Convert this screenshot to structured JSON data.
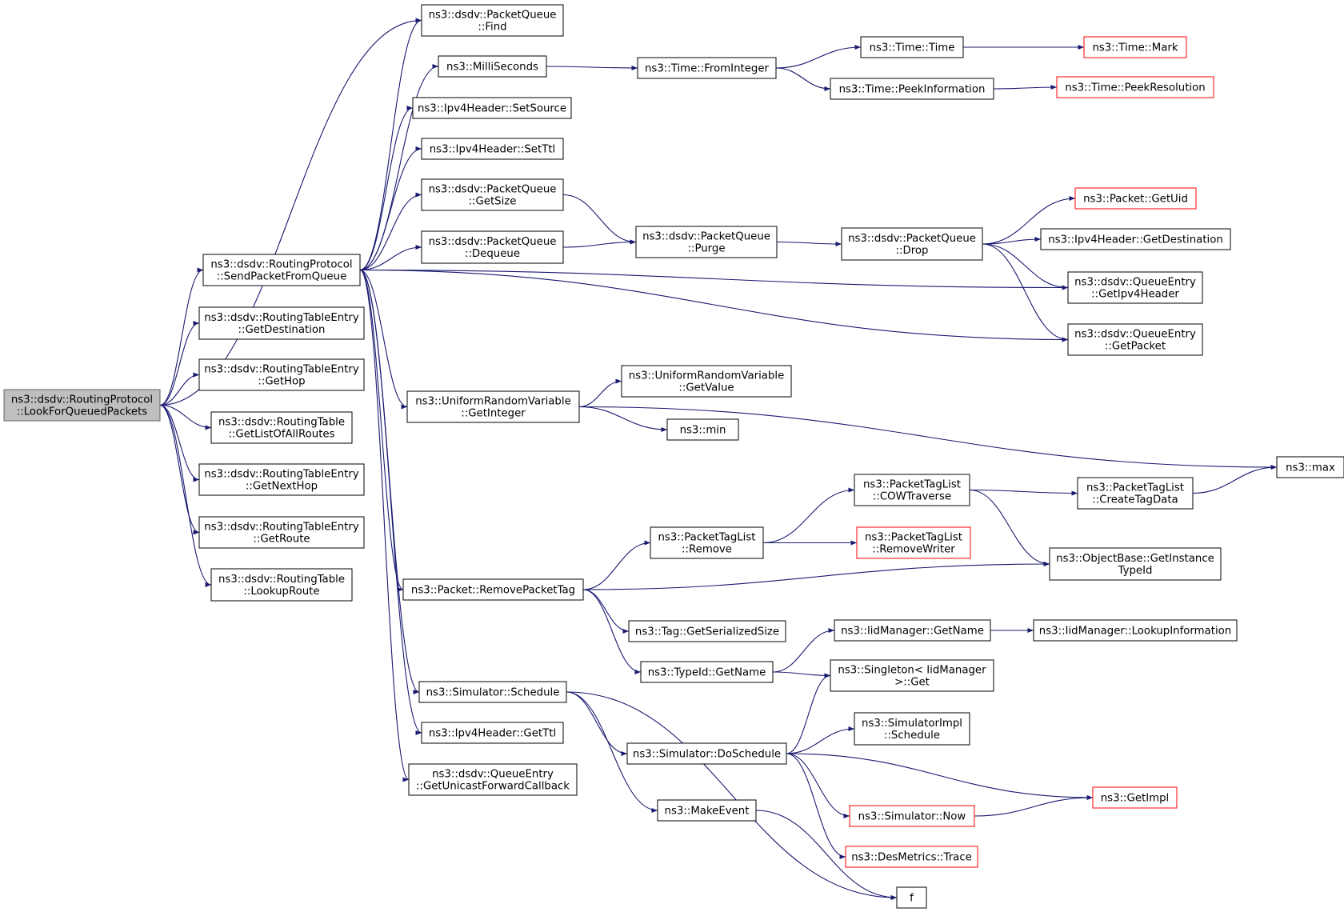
{
  "colors": {
    "edge": "#191970",
    "node_border": "#000000",
    "external_border": "#ff0000",
    "root_fill": "#bfbfbf",
    "root_border": "#666666",
    "background": "#ffffff"
  },
  "nodes": [
    {
      "id": "root",
      "lines": [
        "ns3::dsdv::RoutingProtocol",
        "::LookForQueuedPackets"
      ],
      "style": "root"
    },
    {
      "id": "sendpkt",
      "lines": [
        "ns3::dsdv::RoutingProtocol",
        "::SendPacketFromQueue"
      ],
      "style": "normal"
    },
    {
      "id": "rte_getdest",
      "lines": [
        "ns3::dsdv::RoutingTableEntry",
        "::GetDestination"
      ],
      "style": "normal"
    },
    {
      "id": "rte_gethop",
      "lines": [
        "ns3::dsdv::RoutingTableEntry",
        "::GetHop"
      ],
      "style": "normal"
    },
    {
      "id": "rt_getlist",
      "lines": [
        "ns3::dsdv::RoutingTable",
        "::GetListOfAllRoutes"
      ],
      "style": "normal"
    },
    {
      "id": "rte_getnexthop",
      "lines": [
        "ns3::dsdv::RoutingTableEntry",
        "::GetNextHop"
      ],
      "style": "normal"
    },
    {
      "id": "rte_getroute",
      "lines": [
        "ns3::dsdv::RoutingTableEntry",
        "::GetRoute"
      ],
      "style": "normal"
    },
    {
      "id": "rt_lookup",
      "lines": [
        "ns3::dsdv::RoutingTable",
        "::LookupRoute"
      ],
      "style": "normal"
    },
    {
      "id": "pq_find",
      "lines": [
        "ns3::dsdv::PacketQueue",
        "::Find"
      ],
      "style": "normal"
    },
    {
      "id": "millis",
      "lines": [
        "ns3::MilliSeconds"
      ],
      "style": "normal"
    },
    {
      "id": "setsource",
      "lines": [
        "ns3::Ipv4Header::SetSource"
      ],
      "style": "normal"
    },
    {
      "id": "setttl",
      "lines": [
        "ns3::Ipv4Header::SetTtl"
      ],
      "style": "normal"
    },
    {
      "id": "pq_getsize",
      "lines": [
        "ns3::dsdv::PacketQueue",
        "::GetSize"
      ],
      "style": "normal"
    },
    {
      "id": "pq_dequeue",
      "lines": [
        "ns3::dsdv::PacketQueue",
        "::Dequeue"
      ],
      "style": "normal"
    },
    {
      "id": "urv_getint",
      "lines": [
        "ns3::UniformRandomVariable",
        "::GetInteger"
      ],
      "style": "normal"
    },
    {
      "id": "rmpkttag",
      "lines": [
        "ns3::Packet::RemovePacketTag"
      ],
      "style": "normal"
    },
    {
      "id": "sim_schedule",
      "lines": [
        "ns3::Simulator::Schedule"
      ],
      "style": "normal"
    },
    {
      "id": "getttl",
      "lines": [
        "ns3::Ipv4Header::GetTtl"
      ],
      "style": "normal"
    },
    {
      "id": "qe_getucb",
      "lines": [
        "ns3::dsdv::QueueEntry",
        "::GetUnicastForwardCallback"
      ],
      "style": "normal"
    },
    {
      "id": "fromint",
      "lines": [
        "ns3::Time::FromInteger"
      ],
      "style": "normal"
    },
    {
      "id": "pq_purge",
      "lines": [
        "ns3::dsdv::PacketQueue",
        "::Purge"
      ],
      "style": "normal"
    },
    {
      "id": "urv_getvalue",
      "lines": [
        "ns3::UniformRandomVariable",
        "::GetValue"
      ],
      "style": "normal"
    },
    {
      "id": "min",
      "lines": [
        "ns3::min"
      ],
      "style": "normal"
    },
    {
      "id": "ptl_remove",
      "lines": [
        "ns3::PacketTagList",
        "::Remove"
      ],
      "style": "normal"
    },
    {
      "id": "tag_getsersize",
      "lines": [
        "ns3::Tag::GetSerializedSize"
      ],
      "style": "normal"
    },
    {
      "id": "typeid_getname",
      "lines": [
        "ns3::TypeId::GetName"
      ],
      "style": "normal"
    },
    {
      "id": "sim_doschedule",
      "lines": [
        "ns3::Simulator::DoSchedule"
      ],
      "style": "normal"
    },
    {
      "id": "makeevent",
      "lines": [
        "ns3::MakeEvent"
      ],
      "style": "normal"
    },
    {
      "id": "time_time",
      "lines": [
        "ns3::Time::Time"
      ],
      "style": "normal"
    },
    {
      "id": "peekinfo",
      "lines": [
        "ns3::Time::PeekInformation"
      ],
      "style": "normal"
    },
    {
      "id": "pq_drop",
      "lines": [
        "ns3::dsdv::PacketQueue",
        "::Drop"
      ],
      "style": "normal"
    },
    {
      "id": "ptl_cow",
      "lines": [
        "ns3::PacketTagList",
        "::COWTraverse"
      ],
      "style": "normal"
    },
    {
      "id": "ptl_rmwriter",
      "lines": [
        "ns3::PacketTagList",
        "::RemoveWriter"
      ],
      "style": "external"
    },
    {
      "id": "iid_getname",
      "lines": [
        "ns3::IidManager::GetName"
      ],
      "style": "normal"
    },
    {
      "id": "singleton_get",
      "lines": [
        "ns3::Singleton< IidManager",
        ">::Get"
      ],
      "style": "normal"
    },
    {
      "id": "simimpl_sched",
      "lines": [
        "ns3::SimulatorImpl",
        "::Schedule"
      ],
      "style": "normal"
    },
    {
      "id": "sim_now",
      "lines": [
        "ns3::Simulator::Now"
      ],
      "style": "external"
    },
    {
      "id": "desmetrics",
      "lines": [
        "ns3::DesMetrics::Trace"
      ],
      "style": "external"
    },
    {
      "id": "f",
      "lines": [
        "f"
      ],
      "style": "normal"
    },
    {
      "id": "time_mark",
      "lines": [
        "ns3::Time::Mark"
      ],
      "style": "external"
    },
    {
      "id": "peekres",
      "lines": [
        "ns3::Time::PeekResolution"
      ],
      "style": "external"
    },
    {
      "id": "pkt_getuid",
      "lines": [
        "ns3::Packet::GetUid"
      ],
      "style": "external"
    },
    {
      "id": "ipv4_getdest",
      "lines": [
        "ns3::Ipv4Header::GetDestination"
      ],
      "style": "normal"
    },
    {
      "id": "qe_getipv4",
      "lines": [
        "ns3::dsdv::QueueEntry",
        "::GetIpv4Header"
      ],
      "style": "normal"
    },
    {
      "id": "qe_getpacket",
      "lines": [
        "ns3::dsdv::QueueEntry",
        "::GetPacket"
      ],
      "style": "normal"
    },
    {
      "id": "ptl_createtag",
      "lines": [
        "ns3::PacketTagList",
        "::CreateTagData"
      ],
      "style": "normal"
    },
    {
      "id": "objbase_getinst",
      "lines": [
        "ns3::ObjectBase::GetInstance",
        "TypeId"
      ],
      "style": "normal"
    },
    {
      "id": "max",
      "lines": [
        "ns3::max"
      ],
      "style": "normal"
    },
    {
      "id": "iid_lookupinfo",
      "lines": [
        "ns3::IidManager::LookupInformation"
      ],
      "style": "normal"
    },
    {
      "id": "getimpl",
      "lines": [
        "ns3::GetImpl"
      ],
      "style": "external"
    }
  ],
  "edges": [
    [
      "root",
      "sendpkt"
    ],
    [
      "root",
      "rte_getdest"
    ],
    [
      "root",
      "rte_gethop"
    ],
    [
      "root",
      "rt_getlist"
    ],
    [
      "root",
      "rte_getnexthop"
    ],
    [
      "root",
      "rte_getroute"
    ],
    [
      "root",
      "rt_lookup"
    ],
    [
      "root",
      "pq_find"
    ],
    [
      "sendpkt",
      "pq_find"
    ],
    [
      "sendpkt",
      "millis"
    ],
    [
      "sendpkt",
      "setsource"
    ],
    [
      "sendpkt",
      "setttl"
    ],
    [
      "sendpkt",
      "pq_getsize"
    ],
    [
      "sendpkt",
      "pq_dequeue"
    ],
    [
      "sendpkt",
      "qe_getipv4"
    ],
    [
      "sendpkt",
      "qe_getpacket"
    ],
    [
      "sendpkt",
      "urv_getint"
    ],
    [
      "sendpkt",
      "rmpkttag"
    ],
    [
      "sendpkt",
      "sim_schedule"
    ],
    [
      "sendpkt",
      "getttl"
    ],
    [
      "sendpkt",
      "qe_getucb"
    ],
    [
      "millis",
      "fromint"
    ],
    [
      "fromint",
      "time_time"
    ],
    [
      "fromint",
      "peekinfo"
    ],
    [
      "time_time",
      "time_mark"
    ],
    [
      "peekinfo",
      "peekres"
    ],
    [
      "pq_getsize",
      "pq_purge"
    ],
    [
      "pq_dequeue",
      "pq_purge"
    ],
    [
      "pq_purge",
      "pq_drop"
    ],
    [
      "pq_drop",
      "pkt_getuid"
    ],
    [
      "pq_drop",
      "ipv4_getdest"
    ],
    [
      "pq_drop",
      "qe_getipv4"
    ],
    [
      "pq_drop",
      "qe_getpacket"
    ],
    [
      "urv_getint",
      "urv_getvalue"
    ],
    [
      "urv_getint",
      "min"
    ],
    [
      "urv_getint",
      "max"
    ],
    [
      "rmpkttag",
      "ptl_remove"
    ],
    [
      "rmpkttag",
      "objbase_getinst"
    ],
    [
      "rmpkttag",
      "tag_getsersize"
    ],
    [
      "rmpkttag",
      "typeid_getname"
    ],
    [
      "ptl_remove",
      "ptl_cow"
    ],
    [
      "ptl_remove",
      "ptl_rmwriter"
    ],
    [
      "ptl_cow",
      "ptl_createtag"
    ],
    [
      "ptl_cow",
      "objbase_getinst"
    ],
    [
      "ptl_createtag",
      "max"
    ],
    [
      "typeid_getname",
      "iid_getname"
    ],
    [
      "typeid_getname",
      "singleton_get"
    ],
    [
      "iid_getname",
      "iid_lookupinfo"
    ],
    [
      "sim_schedule",
      "sim_doschedule"
    ],
    [
      "sim_schedule",
      "makeevent"
    ],
    [
      "sim_schedule",
      "f"
    ],
    [
      "sim_doschedule",
      "singleton_get"
    ],
    [
      "sim_doschedule",
      "simimpl_sched"
    ],
    [
      "sim_doschedule",
      "getimpl"
    ],
    [
      "sim_doschedule",
      "sim_now"
    ],
    [
      "sim_doschedule",
      "desmetrics"
    ],
    [
      "sim_now",
      "getimpl"
    ],
    [
      "makeevent",
      "f"
    ]
  ]
}
